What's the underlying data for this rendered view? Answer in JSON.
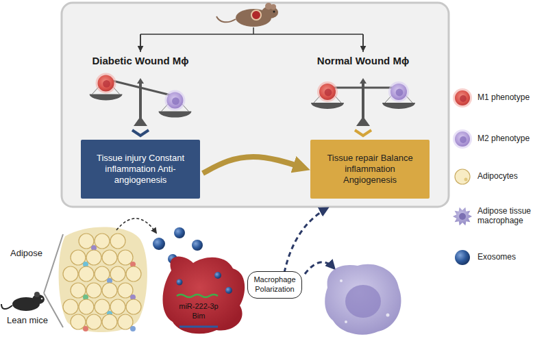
{
  "diagram": {
    "nodes": [
      {
        "text": [
          "Tissue injury Constant inflammation Anti-angiogenesis"
        ]
      },
      {
        "text": [
          "Tissue repair Balance inflammation Angiogenesis"
        ]
      },
      {
        "text": [
          "Macrophage Polarization"
        ]
      },
      {
        "text": [
          "miR-222-3p",
          "Bim"
        ]
      }
    ],
    "edges": [
      {
        "from": 0,
        "to": 1,
        "arrow": "to"
      }
    ],
    "labels": [
      "Diabetic Wound Mϕ",
      "Normal Wound Mϕ",
      "Adipose",
      "Lean mice"
    ],
    "legend": [
      {
        "text": "M1 phenotype"
      },
      {
        "text": "M2 phenotype"
      },
      {
        "text": "Adipocytes"
      },
      {
        "text": "Adipose tissue macrophage"
      },
      {
        "text": "Exosomes"
      }
    ]
  }
}
